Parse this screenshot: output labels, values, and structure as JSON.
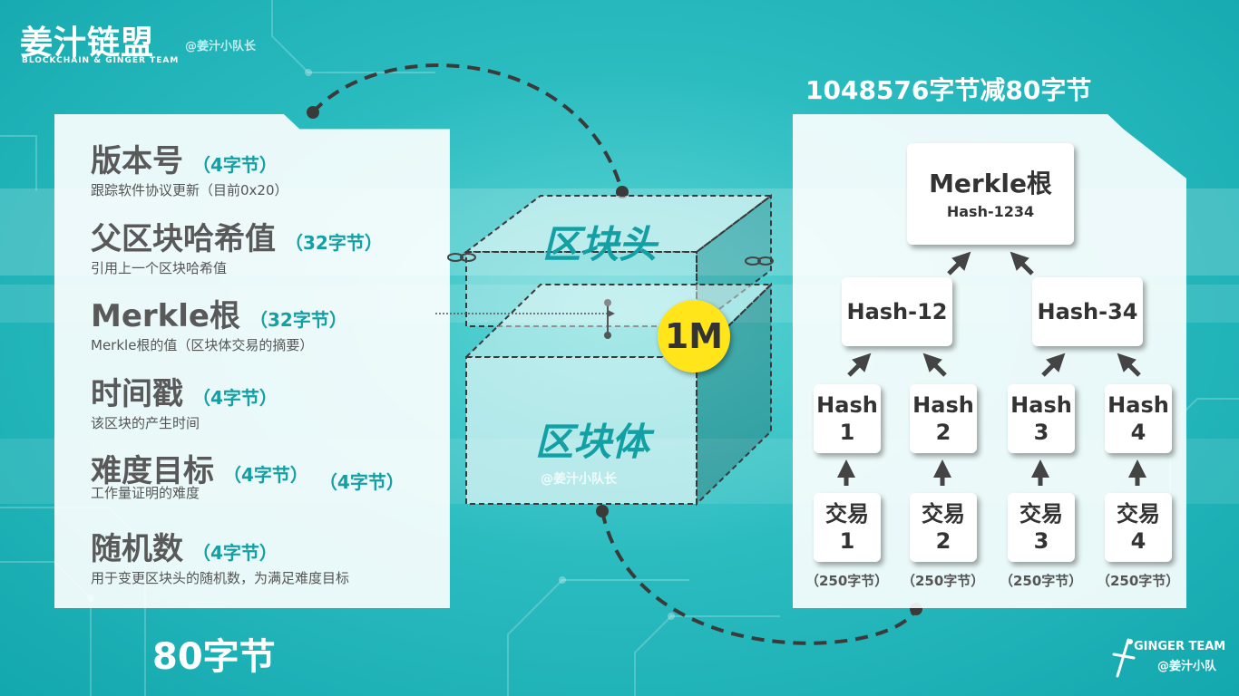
{
  "brand": {
    "title": "姜汁链盟",
    "subtitle": "BLOCKCHAIN & GINGER TEAM",
    "handle": "@姜汁小队长"
  },
  "header_fields": [
    {
      "name": "版本号",
      "size": "（4字节）",
      "desc": "跟踪软件协议更新（目前0x20）"
    },
    {
      "name": "父区块哈希值",
      "size": "（32字节）",
      "desc": "引用上一个区块哈希值"
    },
    {
      "name": "Merkle根",
      "size": "（32字节）",
      "desc": "Merkle根的值（区块体交易的摘要）"
    },
    {
      "name": "时间戳",
      "size": "（4字节）",
      "desc": "该区块的产生时间"
    },
    {
      "name": "难度目标",
      "size": "（4字节）",
      "size_extra": "（4字节）",
      "desc": "工作量证明的难度"
    },
    {
      "name": "随机数",
      "size": "（4字节）",
      "desc": "用于变更区块头的随机数，为满足难度目标"
    }
  ],
  "header_total": "80字节",
  "center": {
    "top_label": "区块头",
    "bottom_label": "区块体",
    "badge": "1M",
    "watermark": "@姜汁小队长"
  },
  "merkle": {
    "title": "1048576字节减80字节",
    "root": {
      "l1": "Merkle根",
      "l2": "Hash-1234"
    },
    "level1": [
      "Hash-12",
      "Hash-34"
    ],
    "hashes": [
      {
        "l1": "Hash",
        "l2": "1"
      },
      {
        "l1": "Hash",
        "l2": "2"
      },
      {
        "l1": "Hash",
        "l2": "3"
      },
      {
        "l1": "Hash",
        "l2": "4"
      }
    ],
    "transactions": [
      {
        "l1": "交易",
        "l2": "1",
        "size": "（250字节）"
      },
      {
        "l1": "交易",
        "l2": "2",
        "size": "（250字节）"
      },
      {
        "l1": "交易",
        "l2": "3",
        "size": "（250字节）"
      },
      {
        "l1": "交易",
        "l2": "4",
        "size": "（250字节）"
      }
    ]
  },
  "footer": {
    "brand": "GINGER TEAM",
    "handle": "@姜汁小队"
  },
  "colors": {
    "teal_accent": "#12a0a5",
    "badge_yellow": "#ffe51a",
    "text_gray": "#595959"
  }
}
